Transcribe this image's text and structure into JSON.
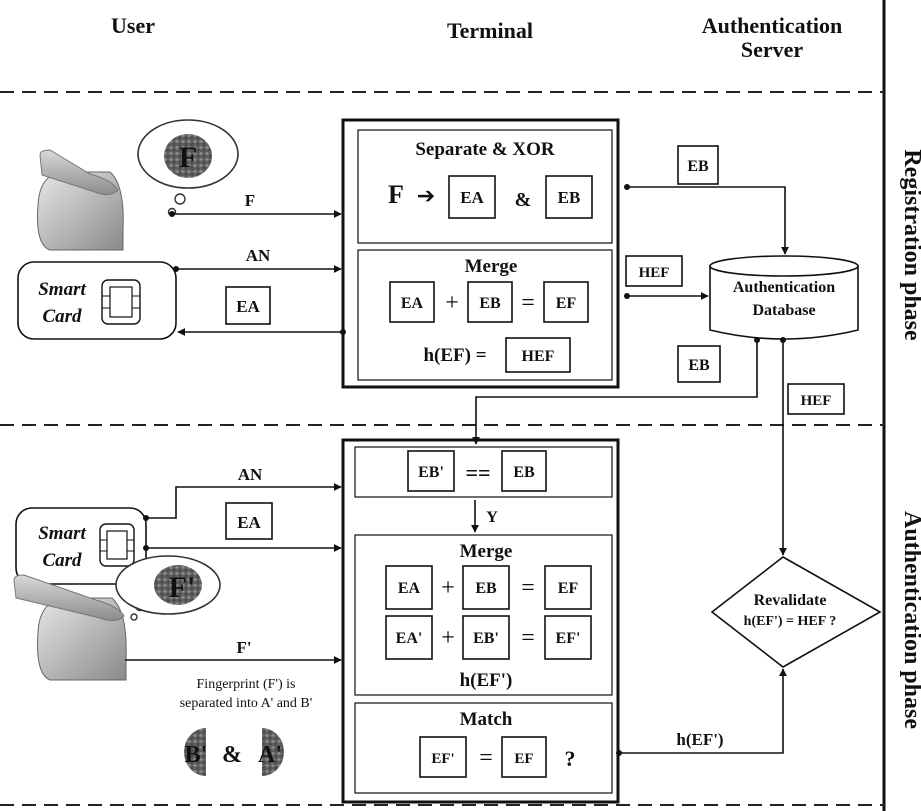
{
  "columns": {
    "user": "User",
    "terminal": "Terminal",
    "server_line1": "Authentication",
    "server_line2": "Server"
  },
  "phases": {
    "registration": "Registration phase",
    "authentication": "Authentication phase"
  },
  "registration": {
    "thought_label": "F",
    "flow_f": "F",
    "flow_an": "AN",
    "smart_card_line1": "Smart",
    "smart_card_line2": "Card",
    "card_ea": "EA",
    "separate_title": "Separate & XOR",
    "sep_f": "F",
    "sep_arrow": "➔",
    "sep_ea": "EA",
    "sep_amp": "&",
    "sep_eb": "EB",
    "merge_title": "Merge",
    "m_ea": "EA",
    "m_plus": "+",
    "m_eb": "EB",
    "m_eq": "=",
    "m_ef": "EF",
    "hash_expr": "h(EF) =",
    "hash_hef": "HEF",
    "to_db_eb": "EB",
    "to_db_hef": "HEF",
    "db_line1": "Authentication",
    "db_line2": "Database",
    "db_out_eb": "EB",
    "db_out_hef": "HEF"
  },
  "authentication": {
    "flow_an": "AN",
    "card_ea": "EA",
    "smart_card_line1": "Smart",
    "smart_card_line2": "Card",
    "thought_label": "F'",
    "flow_f": "F'",
    "caption_line1": "Fingerprint (F') is",
    "caption_line2": "separated into A' and B'",
    "parts_b": "B'",
    "parts_amp": "&",
    "parts_a": "A'",
    "cmp_ebp": "EB'",
    "cmp_eq": "==",
    "cmp_eb": "EB",
    "yes_label": "Y",
    "merge_title": "Merge",
    "r1_ea": "EA",
    "r1_plus": "+",
    "r1_eb": "EB",
    "r1_eq": "=",
    "r1_ef": "EF",
    "r2_ea": "EA'",
    "r2_plus": "+",
    "r2_eb": "EB'",
    "r2_eq": "=",
    "r2_ef": "EF'",
    "merge_hash": "h(EF')",
    "match_title": "Match",
    "mt_efp": "EF'",
    "mt_eq": "=",
    "mt_ef": "EF",
    "mt_q": "?",
    "out_hash": "h(EF')",
    "revalidate_line1": "Revalidate",
    "revalidate_line2": "h(EF') = HEF ?"
  }
}
